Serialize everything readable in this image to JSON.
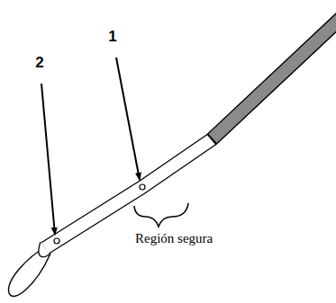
{
  "diagram": {
    "labels": [
      "1",
      "2",
      "Región segura"
    ]
  }
}
